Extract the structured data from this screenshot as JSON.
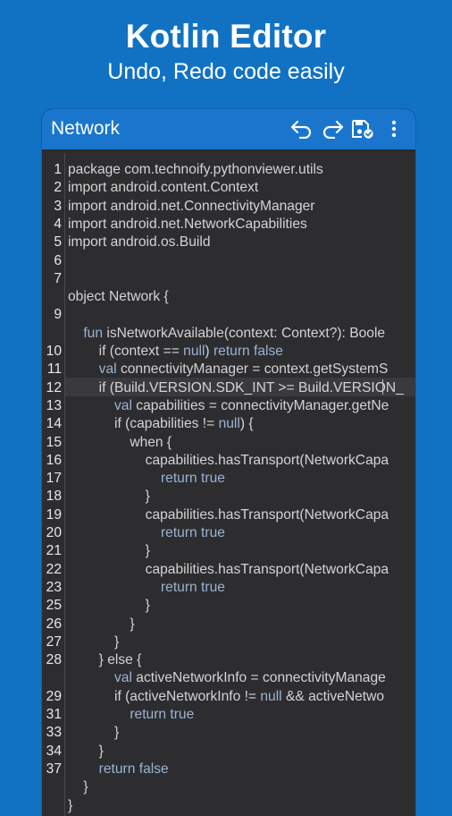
{
  "promo": {
    "title": "Kotlin Editor",
    "subtitle": "Undo, Redo code easily"
  },
  "appbar": {
    "title": "Network",
    "actions": [
      "undo-icon",
      "redo-icon",
      "save-icon",
      "more-vert-icon"
    ]
  },
  "colors": {
    "background": "#1172c4",
    "appbar": "#1a76cd",
    "editor": "#2d2d30",
    "keyword": "#9bb3d2",
    "text": "#d4d4d4"
  },
  "editor": {
    "current_line": "13",
    "lines": [
      {
        "n": "1",
        "code": [
          {
            "t": "package com.technoify.pythonviewer.utils"
          }
        ]
      },
      {
        "n": "2",
        "code": [
          {
            "t": "import android.content.Context"
          }
        ]
      },
      {
        "n": "3",
        "code": [
          {
            "t": "import android.net.ConnectivityManager"
          }
        ]
      },
      {
        "n": "4",
        "code": [
          {
            "t": "import android.net.NetworkCapabilities"
          }
        ]
      },
      {
        "n": "5",
        "code": [
          {
            "t": "import android.os.Build"
          }
        ]
      },
      {
        "n": "6",
        "code": []
      },
      {
        "n": "7",
        "code": []
      },
      {
        "n": "",
        "code": [
          {
            "t": "object Network {"
          }
        ]
      },
      {
        "n": "9",
        "code": []
      },
      {
        "n": "",
        "code": [
          {
            "t": "    "
          },
          {
            "t": "fun",
            "k": true
          },
          {
            "t": " isNetworkAvailable(context: Context?): Boole"
          }
        ]
      },
      {
        "n": "10",
        "code": [
          {
            "t": "        if (context == "
          },
          {
            "t": "null",
            "k": true
          },
          {
            "t": ") "
          },
          {
            "t": "return false",
            "k": true
          }
        ]
      },
      {
        "n": "11",
        "code": [
          {
            "t": "        "
          },
          {
            "t": "val",
            "k": true
          },
          {
            "t": " connectivityManager = context.getSystemS"
          }
        ]
      },
      {
        "n": "12",
        "code": [
          {
            "t": "        if (Build.VERSION.SDK_INT >= Build.VERSION_"
          }
        ]
      },
      {
        "n": "13",
        "code": [
          {
            "t": "            "
          },
          {
            "t": "val",
            "k": true
          },
          {
            "t": " capabilities = connectivityManager.getNe"
          }
        ]
      },
      {
        "n": "14",
        "code": [
          {
            "t": "            if (capabilities != "
          },
          {
            "t": "null",
            "k": true
          },
          {
            "t": ") {"
          }
        ]
      },
      {
        "n": "15",
        "code": [
          {
            "t": "                when {"
          }
        ]
      },
      {
        "n": "16",
        "code": [
          {
            "t": "                    capabilities.hasTransport(NetworkCapa"
          }
        ]
      },
      {
        "n": "17",
        "code": [
          {
            "t": "                        "
          },
          {
            "t": "return true",
            "k": true
          }
        ]
      },
      {
        "n": "18",
        "code": [
          {
            "t": "                    }"
          }
        ]
      },
      {
        "n": "19",
        "code": [
          {
            "t": "                    capabilities.hasTransport(NetworkCapa"
          }
        ]
      },
      {
        "n": "20",
        "code": [
          {
            "t": "                        "
          },
          {
            "t": "return true",
            "k": true
          }
        ]
      },
      {
        "n": "21",
        "code": [
          {
            "t": "                    }"
          }
        ]
      },
      {
        "n": "22",
        "code": [
          {
            "t": "                    capabilities.hasTransport(NetworkCapa"
          }
        ]
      },
      {
        "n": "23",
        "code": [
          {
            "t": "                        "
          },
          {
            "t": "return true",
            "k": true
          }
        ]
      },
      {
        "n": "25",
        "code": [
          {
            "t": "                    }"
          }
        ]
      },
      {
        "n": "26",
        "code": [
          {
            "t": "                }"
          }
        ]
      },
      {
        "n": "27",
        "code": [
          {
            "t": "            }"
          }
        ]
      },
      {
        "n": "28",
        "code": [
          {
            "t": "        } else {"
          }
        ]
      },
      {
        "n": "",
        "code": [
          {
            "t": "            "
          },
          {
            "t": "val",
            "k": true
          },
          {
            "t": " activeNetworkInfo = connectivityManage"
          }
        ]
      },
      {
        "n": "29",
        "code": [
          {
            "t": "            if (activeNetworkInfo != "
          },
          {
            "t": "null",
            "k": true
          },
          {
            "t": " && activeNetwo"
          }
        ]
      },
      {
        "n": "31",
        "code": [
          {
            "t": "                "
          },
          {
            "t": "return true",
            "k": true
          }
        ]
      },
      {
        "n": "33",
        "code": [
          {
            "t": "            }"
          }
        ]
      },
      {
        "n": "34",
        "code": [
          {
            "t": "        }"
          }
        ]
      },
      {
        "n": "37",
        "code": [
          {
            "t": "        "
          },
          {
            "t": "return false",
            "k": true
          }
        ]
      },
      {
        "n": "",
        "code": [
          {
            "t": "    }"
          }
        ]
      },
      {
        "n": "",
        "code": [
          {
            "t": "}"
          }
        ]
      }
    ]
  }
}
